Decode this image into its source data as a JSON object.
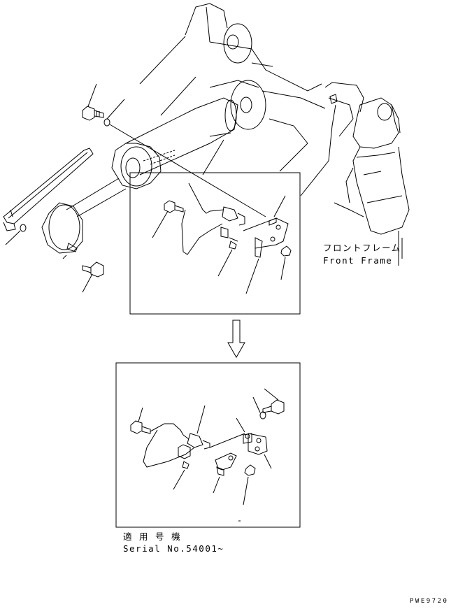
{
  "labels": {
    "front_frame_jp": "フロントフレーム",
    "front_frame_en": "Front Frame",
    "serial_jp": "適 用 号 機",
    "serial_en": "Serial No.54001~",
    "drawing_code": "PWE9720"
  }
}
